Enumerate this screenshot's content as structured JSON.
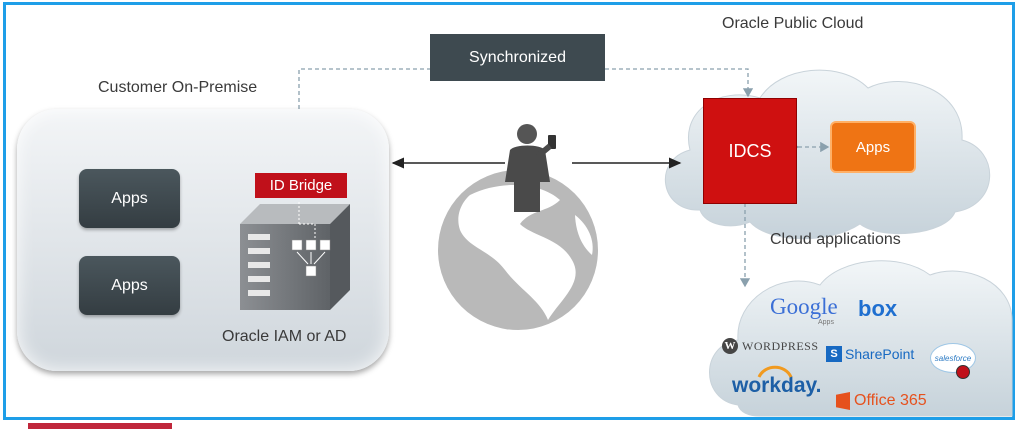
{
  "labels": {
    "customer_on_premise": "Customer On-Premise",
    "oracle_public_cloud": "Oracle Public Cloud",
    "synchronized": "Synchronized",
    "apps_onprem_1": "Apps",
    "apps_onprem_2": "Apps",
    "id_bridge": "ID Bridge",
    "oracle_iam_or_ad": "Oracle IAM or AD",
    "idcs": "IDCS",
    "apps_cloud": "Apps",
    "cloud_applications": "Cloud applications"
  },
  "logos": {
    "google": "Google",
    "google_sub": "Apps",
    "box": "box",
    "wordpress": "WordPress",
    "sharepoint": "SharePoint",
    "salesforce": "salesforce",
    "workday": "workday.",
    "office365": "Office 365"
  },
  "colors": {
    "frame": "#1e9ee8",
    "idcs_red": "#cf1010",
    "id_bridge_red": "#c0101a",
    "apps_orange": "#ef7414",
    "dark_box": "#3e4a50"
  }
}
